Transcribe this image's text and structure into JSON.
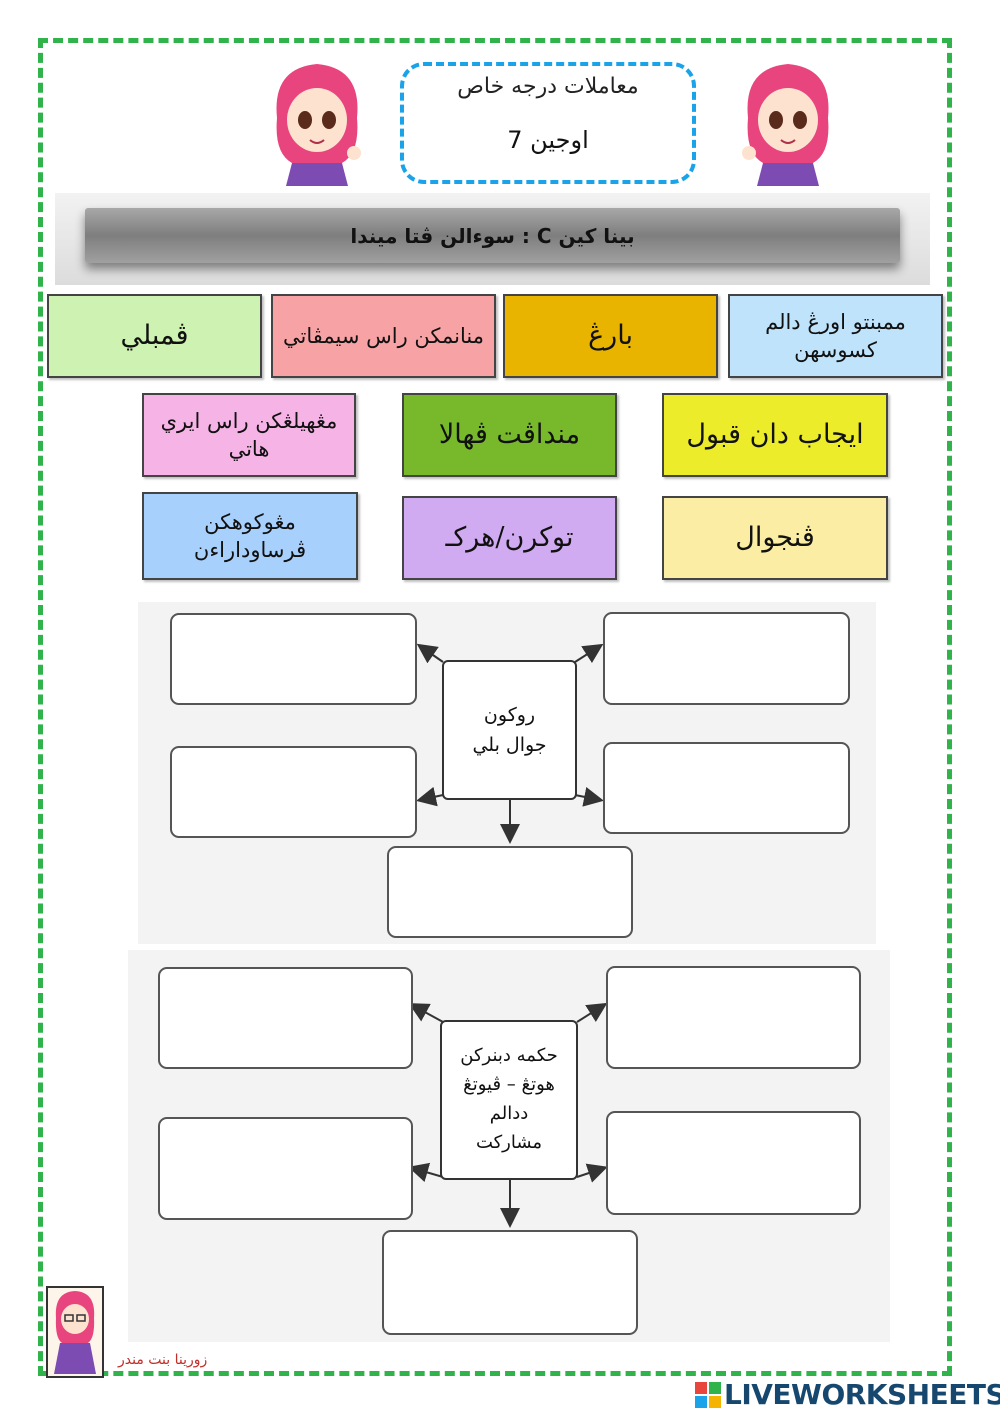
{
  "header": {
    "title_line1": "معاملات درجه خاص",
    "title_line2": "اوجين 7"
  },
  "instruction": "بينا كين C : سوءالن ڤتا ميندا",
  "cards": [
    {
      "text": "ممبنتو اورڠ دالم كسوسهن",
      "color": "#bfe3fb"
    },
    {
      "text": "بارڠ",
      "color": "#e8b400"
    },
    {
      "text": "منانمكن راس سيمڤاتي",
      "color": "#f7a3a6"
    },
    {
      "text": "ڤمبلي",
      "color": "#cdf2b2"
    },
    {
      "text": "ايجاب دان قبول",
      "color": "#ecec2a"
    },
    {
      "text": "منداڤت ڤهالا",
      "color": "#78b92b"
    },
    {
      "text": "مڠهيلڠكن راس ايري هاتي",
      "color": "#f6b3e6"
    },
    {
      "text": "ڤنجوال",
      "color": "#fbeea4"
    },
    {
      "text": "توكرن/هركـ",
      "color": "#d1abf1"
    },
    {
      "text": "مڠوكوهكن ڤرساوداراءن",
      "color": "#a8d0fc"
    }
  ],
  "diagram1": {
    "center": "روكون\nجوال بلي"
  },
  "diagram2": {
    "center": "حكمه دبنركن\nهوتڠ – ڤيوتڠ\nددالم\nمشاركت"
  },
  "author": "زورينا بنت مندر",
  "brand": "LIVEWORKSHEETS"
}
